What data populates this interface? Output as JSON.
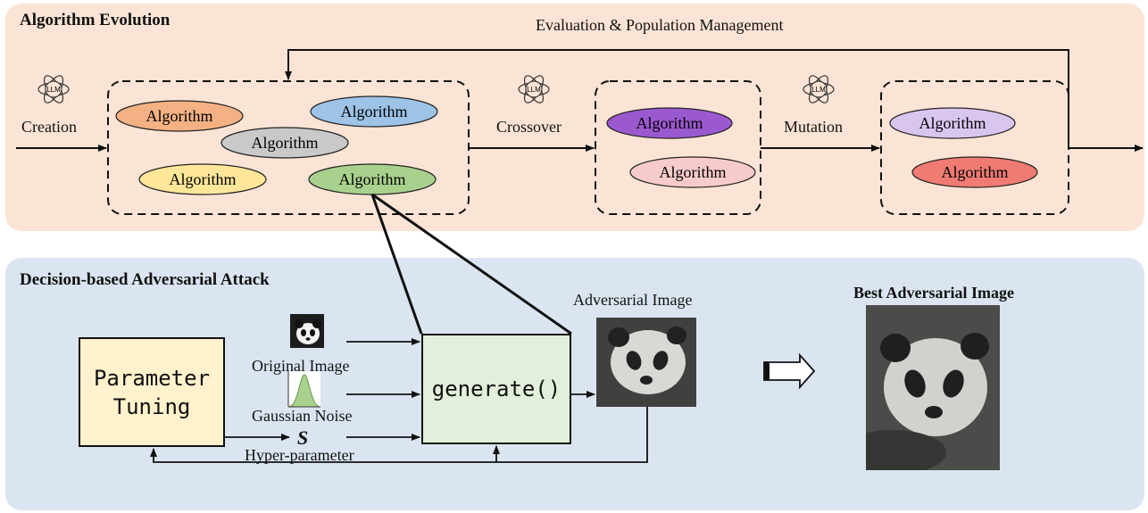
{
  "algorithm_evolution": {
    "title": "Algorithm Evolution",
    "top_label": "Evaluation & Population Management",
    "llm_label": "LLM",
    "stages": {
      "creation": "Creation",
      "crossover": "Crossover",
      "mutation": "Mutation"
    },
    "population": [
      {
        "label": "Algorithm",
        "color": "#f4b183"
      },
      {
        "label": "Algorithm",
        "color": "#9dc3e6"
      },
      {
        "label": "Algorithm",
        "color": "#c9c9c9"
      },
      {
        "label": "Algorithm",
        "color": "#ffe699"
      },
      {
        "label": "Algorithm",
        "color": "#a9d18e"
      }
    ],
    "crossover_pool": [
      {
        "label": "Algorithm",
        "color": "#9b59d0"
      },
      {
        "label": "Algorithm",
        "color": "#f8cbcb"
      }
    ],
    "mutation_pool": [
      {
        "label": "Algorithm",
        "color": "#d9c6ef"
      },
      {
        "label": "Algorithm",
        "color": "#ef7b73"
      }
    ]
  },
  "attack": {
    "title": "Decision-based Adversarial Attack",
    "parameter_tuning": "Parameter\nTuning",
    "generate": "generate()",
    "original_image": "Original Image",
    "gaussian_noise": "Gaussian Noise",
    "s_symbol": "S",
    "hyper_parameter": "Hyper-parameter",
    "adversarial_image": "Adversarial Image",
    "best_adversarial_image": "Best Adversarial Image"
  },
  "colors": {
    "top_panel": "#fbe4d5",
    "bottom_panel": "#dbe5f1",
    "param_box": "#fff2cc",
    "generate_box": "#e2efda",
    "gaussian_curve": "#a9d18e"
  }
}
